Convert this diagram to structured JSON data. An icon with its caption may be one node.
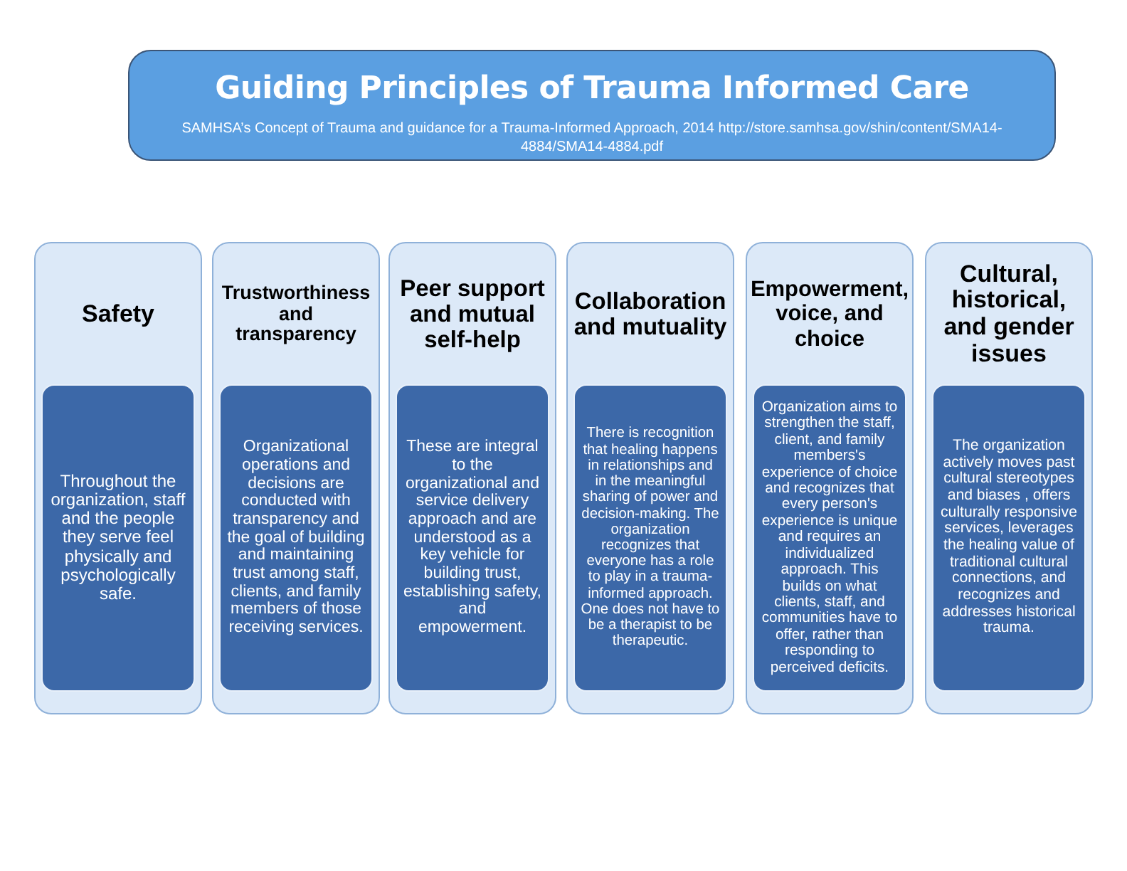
{
  "diagram": {
    "nodes": [
      {
        "text": [
          "Guiding Principles of Trauma Informed Care",
          "SAMHSA’s Concept of Trauma and guidance for a Trauma-Informed Approach, 2014 http://store.samhsa.gov/shin/content/SMA14-4884/SMA14-4884.pdf"
        ]
      },
      {
        "text": [
          "Safety"
        ]
      },
      {
        "text": [
          "Throughout the organization, staff and the people they serve feel physically and psychologically safe."
        ],
        "in": 1
      },
      {
        "text": [
          "Trustworthiness and transparency"
        ]
      },
      {
        "text": [
          "Organizational operations and decisions are conducted with transparency and the goal of building and maintaining trust among staff, clients, and family members of those receiving services."
        ],
        "in": 3
      },
      {
        "text": [
          "Peer support and mutual self-help"
        ]
      },
      {
        "text": [
          "These are integral to the organizational and service delivery approach and are understood as a key vehicle for building trust, establishing safety, and empowerment."
        ],
        "in": 5
      },
      {
        "text": [
          "Collaboration and mutuality"
        ]
      },
      {
        "text": [
          "There is recognition that healing happens in relationships and in the meaningful sharing of power and decision-making. The organization recognizes that everyone has a role to play in a trauma-informed approach. One does not have to be a therapist to be therapeutic."
        ],
        "in": 7
      },
      {
        "text": [
          "Empowerment, voice, and choice"
        ]
      },
      {
        "text": [
          "Organization aims to strengthen the staff, client, and family members's experience of choice and recognizes that every person's experience is unique and requires an individualized approach. This builds on what clients, staff, and communities have to offer, rather than responding to perceived deficits."
        ],
        "in": 9
      },
      {
        "text": [
          "Cultural, historical, and gender issues"
        ]
      },
      {
        "text": [
          "The organization actively moves past cultural stereotypes and biases , offers culturally responsive services, leverages the healing value of traditional cultural connections, and recognizes and addresses historical trauma."
        ],
        "in": 11
      }
    ]
  }
}
